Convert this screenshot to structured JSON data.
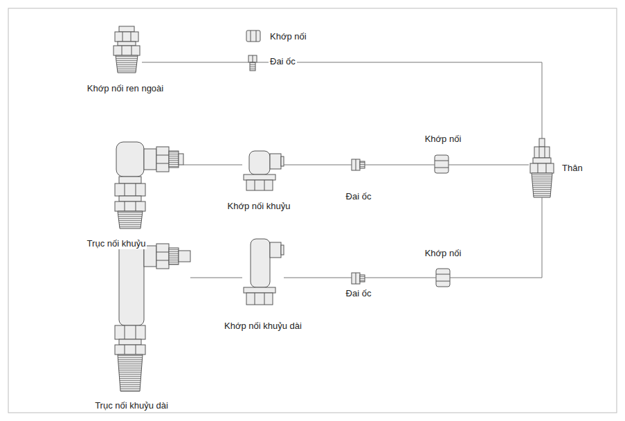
{
  "diagram": {
    "nodes": [
      {
        "text": [
          "Khớp nối ren ngoài"
        ]
      },
      {
        "text": [
          "Khớp nối"
        ]
      },
      {
        "text": [
          "Đai ốc"
        ]
      },
      {
        "text": [
          "Trục nối khuỷu"
        ]
      },
      {
        "text": [
          "Khớp nối khuỷu"
        ]
      },
      {
        "text": [
          "Đai ốc"
        ]
      },
      {
        "text": [
          "Khớp nối"
        ]
      },
      {
        "text": [
          "Thân"
        ]
      },
      {
        "text": [
          "Trục nối khuỷu dài"
        ]
      },
      {
        "text": [
          "Khớp nối khuỷu dài"
        ]
      },
      {
        "text": [
          "Đai ốc"
        ]
      },
      {
        "text": [
          "Khớp nối"
        ]
      }
    ],
    "edges": [
      {
        "from": 0,
        "to": 2,
        "arrow": "none"
      },
      {
        "from": 2,
        "to": 7,
        "arrow": "none"
      },
      {
        "from": 3,
        "to": 4,
        "arrow": "none"
      },
      {
        "from": 4,
        "to": 5,
        "arrow": "none"
      },
      {
        "from": 5,
        "to": 6,
        "arrow": "none"
      },
      {
        "from": 6,
        "to": 7,
        "arrow": "none"
      },
      {
        "from": 8,
        "to": 9,
        "arrow": "none"
      },
      {
        "from": 9,
        "to": 10,
        "arrow": "none"
      },
      {
        "from": 10,
        "to": 11,
        "arrow": "none"
      },
      {
        "from": 11,
        "to": 7,
        "arrow": "none"
      }
    ]
  }
}
